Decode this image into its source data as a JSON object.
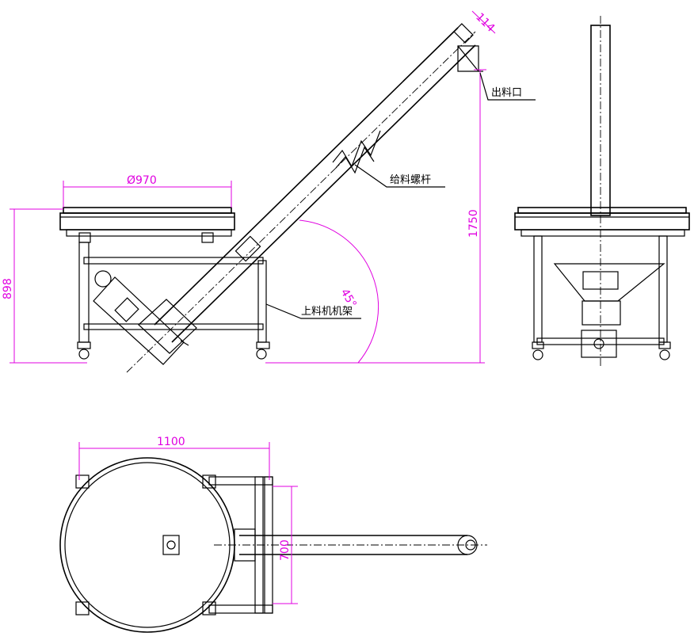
{
  "labels": {
    "outlet": "出料口",
    "feed_screw": "给料螺杆",
    "loader_frame": "上料机机架"
  },
  "dimensions": {
    "hopper_diameter": "Ø970",
    "side_height": "898",
    "discharge_height": "1750",
    "incline_angle": "45°",
    "top_width": "1100",
    "frame_width": "700",
    "top_end": "114"
  },
  "colors": {
    "outline": "#000000",
    "dimension": "#e000e0",
    "background": "#ffffff"
  }
}
